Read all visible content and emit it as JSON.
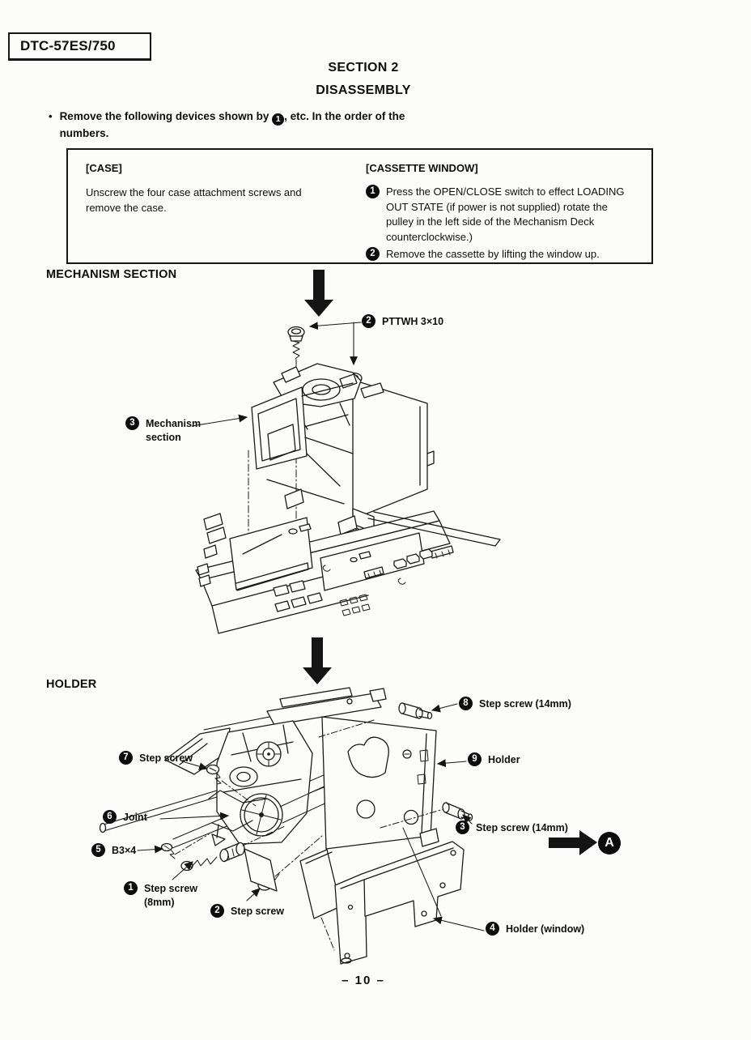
{
  "page": {
    "model_number": "DTC-57ES/750",
    "section_title": "SECTION 2",
    "section_subtitle": "DISASSEMBLY",
    "page_number": "– 10 –"
  },
  "intro": {
    "bullet": "•",
    "text_before": "Remove the following devices shown by",
    "marker": "1",
    "text_after": ", etc. In the order of the numbers."
  },
  "procedures": {
    "case": {
      "heading": "[CASE]",
      "body": "Unscrew the four case attachment screws and remove the case."
    },
    "cassette_window": {
      "heading": "[CASSETTE WINDOW]",
      "steps": [
        {
          "num": "1",
          "text": "Press the OPEN/CLOSE switch to effect LOADING OUT STATE (if power is not supplied) rotate the pulley in the left side of the Mechanism Deck counterclockwise.)"
        },
        {
          "num": "2",
          "text": "Remove the cassette by lifting the window up."
        }
      ]
    }
  },
  "mechanism_section": {
    "heading": "MECHANISM SECTION",
    "callouts": [
      {
        "num": "2",
        "text": "PTTWH 3×10"
      },
      {
        "num": "3",
        "text": "Mechanism section"
      }
    ]
  },
  "holder_section": {
    "heading": "HOLDER",
    "callouts": [
      {
        "num": "8",
        "text": "Step screw (14mm)"
      },
      {
        "num": "9",
        "text": "Holder"
      },
      {
        "num": "7",
        "text": "Step screw"
      },
      {
        "num": "6",
        "text": "Joint"
      },
      {
        "num": "5",
        "text": "B3×4"
      },
      {
        "num": "1",
        "text": "Step screw (8mm)"
      },
      {
        "num": "2",
        "text": "Step screw"
      },
      {
        "num": "3",
        "text": "Step screw (14mm)"
      },
      {
        "num": "4",
        "text": "Holder (window)"
      }
    ],
    "direction_badge": "A"
  }
}
